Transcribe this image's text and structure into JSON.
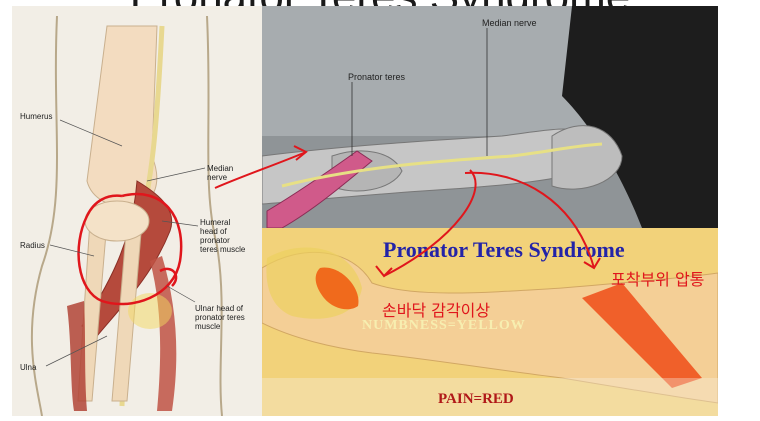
{
  "title": "Pronator Teres Syndrome",
  "anatomy_labels": {
    "humerus": "Humerus",
    "median_nerve": "Median\nnerve",
    "humeral_head": "Humeral\nhead of\npronator\nteres muscle",
    "radius": "Radius",
    "ulnar_head": "Ulnar head of\npronator teres\nmuscle",
    "ulna": "Ulna"
  },
  "photo_labels": {
    "median_nerve": "Median nerve",
    "pronator_teres": "Pronator teres"
  },
  "arm_diagram": {
    "heading": "Pronator Teres Syndrome",
    "numbness": "NUMBNESS=YELLOW",
    "pain": "PAIN=RED"
  },
  "annotations": {
    "palm_sensory": "손바닥 감각이상",
    "entrapment_tenderness": "포착부위 압통"
  },
  "colors": {
    "annotation_red": "#e0161c",
    "heading_blue": "#2323a8",
    "numbness_yellow": "#f2d27a",
    "pain_red": "#f0602a"
  }
}
